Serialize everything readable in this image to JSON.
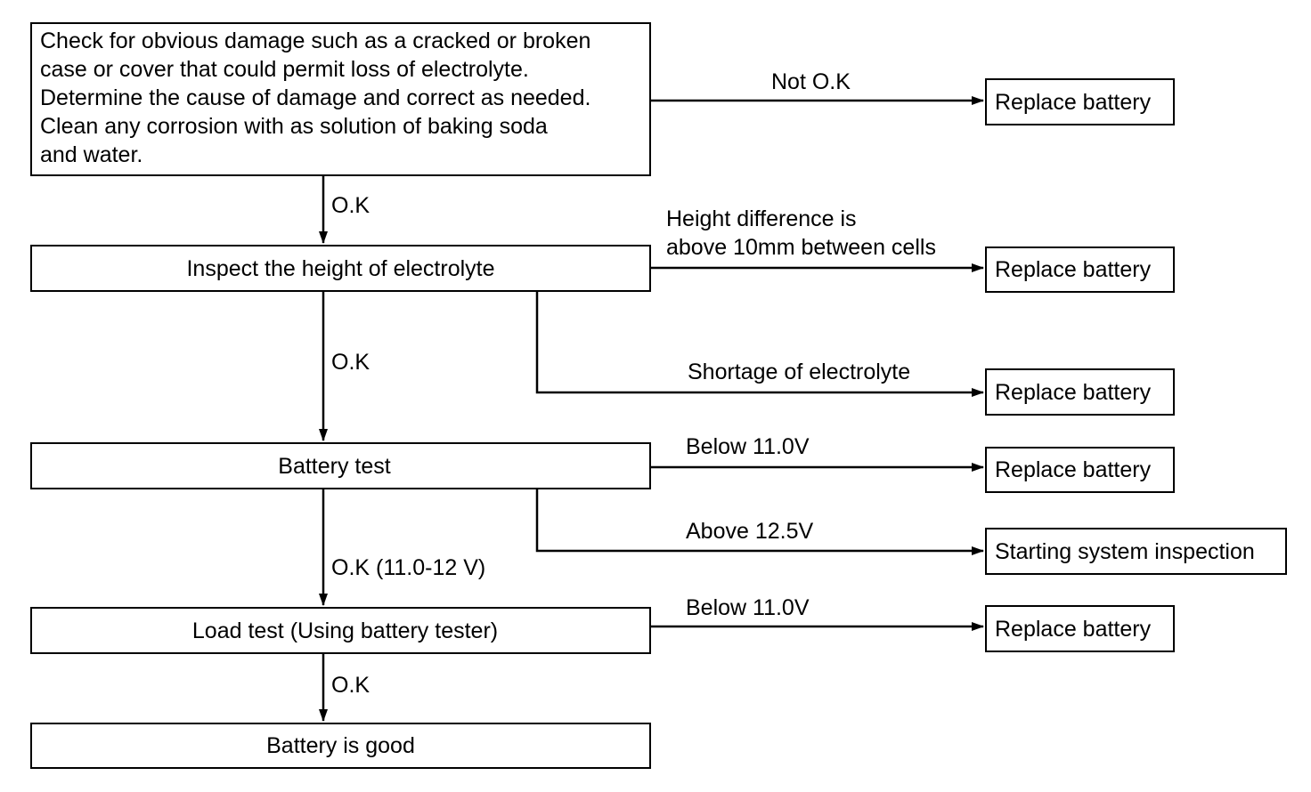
{
  "steps": {
    "initial_check": [
      "Check for obvious damage such as a cracked or broken",
      "case or cover that could permit loss of electrolyte.",
      "Determine the cause of damage and correct as needed.",
      "Clean any corrosion with as solution of baking soda",
      "and water."
    ],
    "inspect_height": "Inspect the height of electrolyte",
    "battery_test": "Battery test",
    "load_test": "Load test (Using battery tester)",
    "battery_good": "Battery is good"
  },
  "results": {
    "replace_1": "Replace battery",
    "replace_2": "Replace battery",
    "replace_3": "Replace battery",
    "replace_4": "Replace battery",
    "starting_system": "Starting system inspection",
    "replace_5": "Replace battery"
  },
  "edges": {
    "not_ok": "Not O.K",
    "ok_1": "O.K",
    "height_diff": [
      "Height difference is",
      "above 10mm between cells"
    ],
    "ok_2": "O.K",
    "shortage": "Shortage of electrolyte",
    "below_1": "Below 11.0V",
    "above": "Above 12.5V",
    "ok_range": "O.K (11.0-12 V)",
    "below_2": "Below 11.0V",
    "ok_3": "O.K"
  }
}
